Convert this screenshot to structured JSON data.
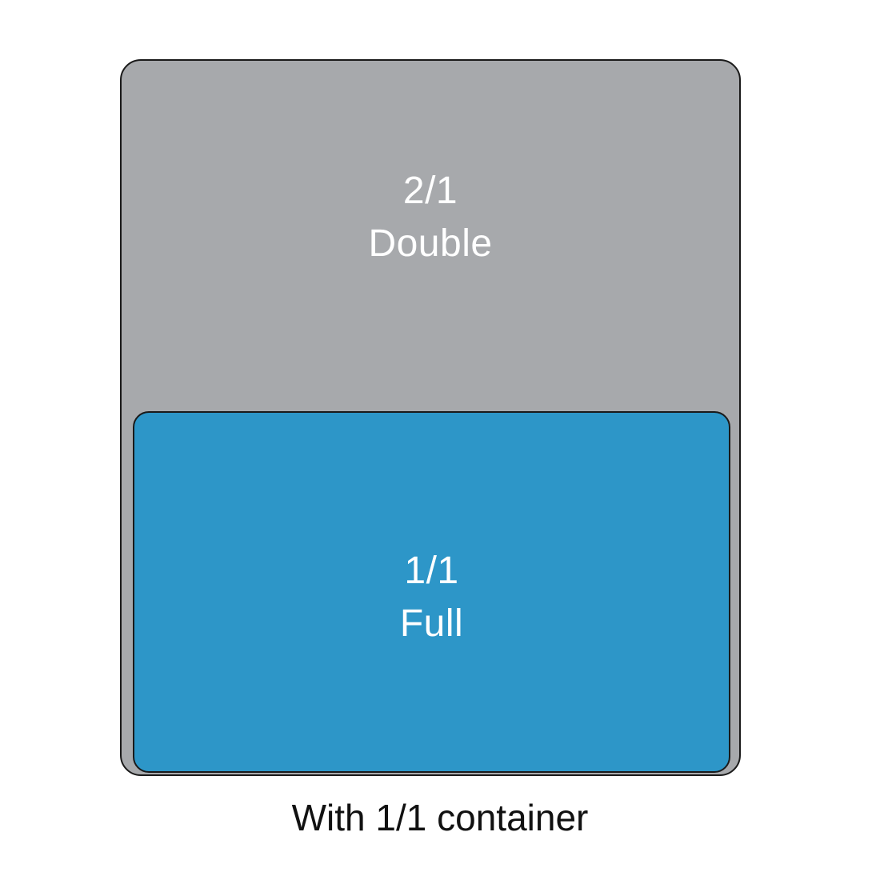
{
  "diagram": {
    "double_pan": {
      "size_label": "2/1",
      "name_label": "Double",
      "color": "#a7a9ac"
    },
    "full_pan": {
      "size_label": "1/1",
      "name_label": "Full",
      "color": "#2d96c8"
    },
    "caption": "With 1/1 container",
    "background_color": "#ffffff"
  }
}
